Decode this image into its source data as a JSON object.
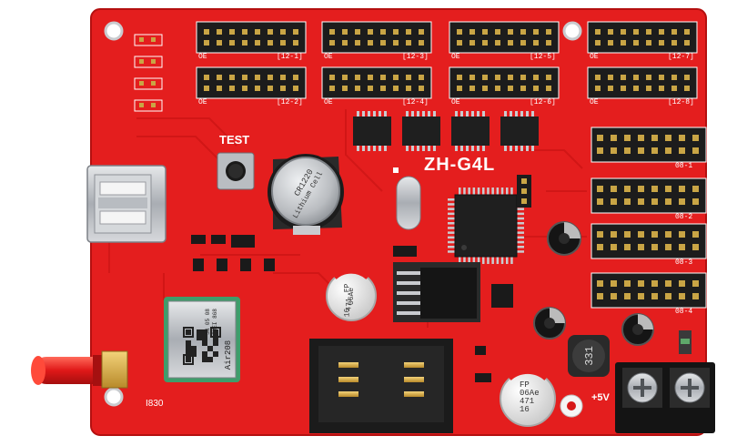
{
  "board": {
    "model": "ZH-G4L",
    "test_label": "TEST",
    "power_label": "+5V",
    "ref_label": "I830",
    "hub12_labels": [
      "[12-1]",
      "[12-2]",
      "[12-3]",
      "[12-4]",
      "[12-5]",
      "[12-6]",
      "[12-7]",
      "[12-8]"
    ],
    "hub08_labels": [
      "08-1",
      "08-2",
      "08-3",
      "08-4"
    ],
    "oe_label": "OE",
    "battery_text": [
      "CR1220",
      "Lithium Cell"
    ],
    "module_text": [
      "Air208",
      "IMEI 868",
      "SN 05 08"
    ],
    "capacitor_text": [
      "FP",
      "06Ae",
      "471",
      "16"
    ],
    "inductor_text": "331"
  },
  "colors": {
    "pcb": "#e41e1e",
    "pcb_dark": "#c41414",
    "silkscreen": "#ffffff",
    "header": "#1c1c1c",
    "pin": "#c9a545",
    "metal": "#c9cbcf",
    "antenna": "#e01818",
    "module_board": "#3f9d6b",
    "terminal": "#141414"
  }
}
